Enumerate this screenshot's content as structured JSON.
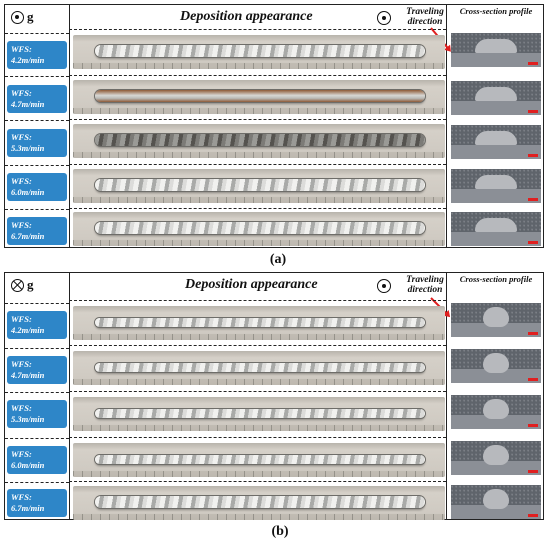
{
  "panels": [
    {
      "gravity_symbol": "g",
      "title": "Deposition appearance",
      "travel_label": "Traveling direction",
      "cross_section_label": "Cross-section profile",
      "wfs_labels": [
        "WFS: 4.2m/min",
        "WFS: 4.7m/min",
        "WFS: 5.3m/min",
        "WFS: 6.0m/min",
        "WFS: 6.7m/min"
      ],
      "caption": "(a)"
    },
    {
      "gravity_symbol": "g",
      "title": "Deposition appearance",
      "travel_label": "Traveling direction",
      "cross_section_label": "Cross-section profile",
      "wfs_labels": [
        "WFS: 4.2m/min",
        "WFS: 4.7m/min",
        "WFS: 5.3m/min",
        "WFS: 6.0m/min",
        "WFS: 6.7m/min"
      ],
      "caption": "(b)"
    }
  ],
  "icons": {
    "gravity_a": "circle-dot-icon",
    "gravity_b": "circle-cross-icon",
    "travel": "circle-dot-icon"
  },
  "colors": {
    "label_bg": "#2e86c8",
    "arrow": "#e02020",
    "scale_bar": "#e02020"
  }
}
